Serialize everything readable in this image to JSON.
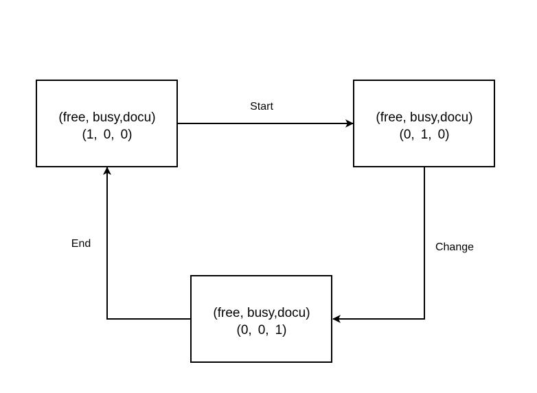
{
  "colors": {
    "stroke": "#000000",
    "fill": "#ffffff",
    "background": "#ffffff"
  },
  "states": [
    {
      "id": "state-free",
      "header": "(free, busy,docu)",
      "values": [
        "1,",
        "0,",
        "0)"
      ],
      "values_prefix": "("
    },
    {
      "id": "state-busy",
      "header": "(free, busy,docu)",
      "values": [
        "0,",
        "1,",
        "0)"
      ],
      "values_prefix": "("
    },
    {
      "id": "state-docu",
      "header": "(free, busy,docu)",
      "values": [
        "0,",
        "0,",
        "1)"
      ],
      "values_prefix": "("
    }
  ],
  "transitions": [
    {
      "from": "state-free",
      "to": "state-busy",
      "label": "Start"
    },
    {
      "from": "state-busy",
      "to": "state-docu",
      "label": "Change"
    },
    {
      "from": "state-docu",
      "to": "state-free",
      "label": "End"
    }
  ]
}
